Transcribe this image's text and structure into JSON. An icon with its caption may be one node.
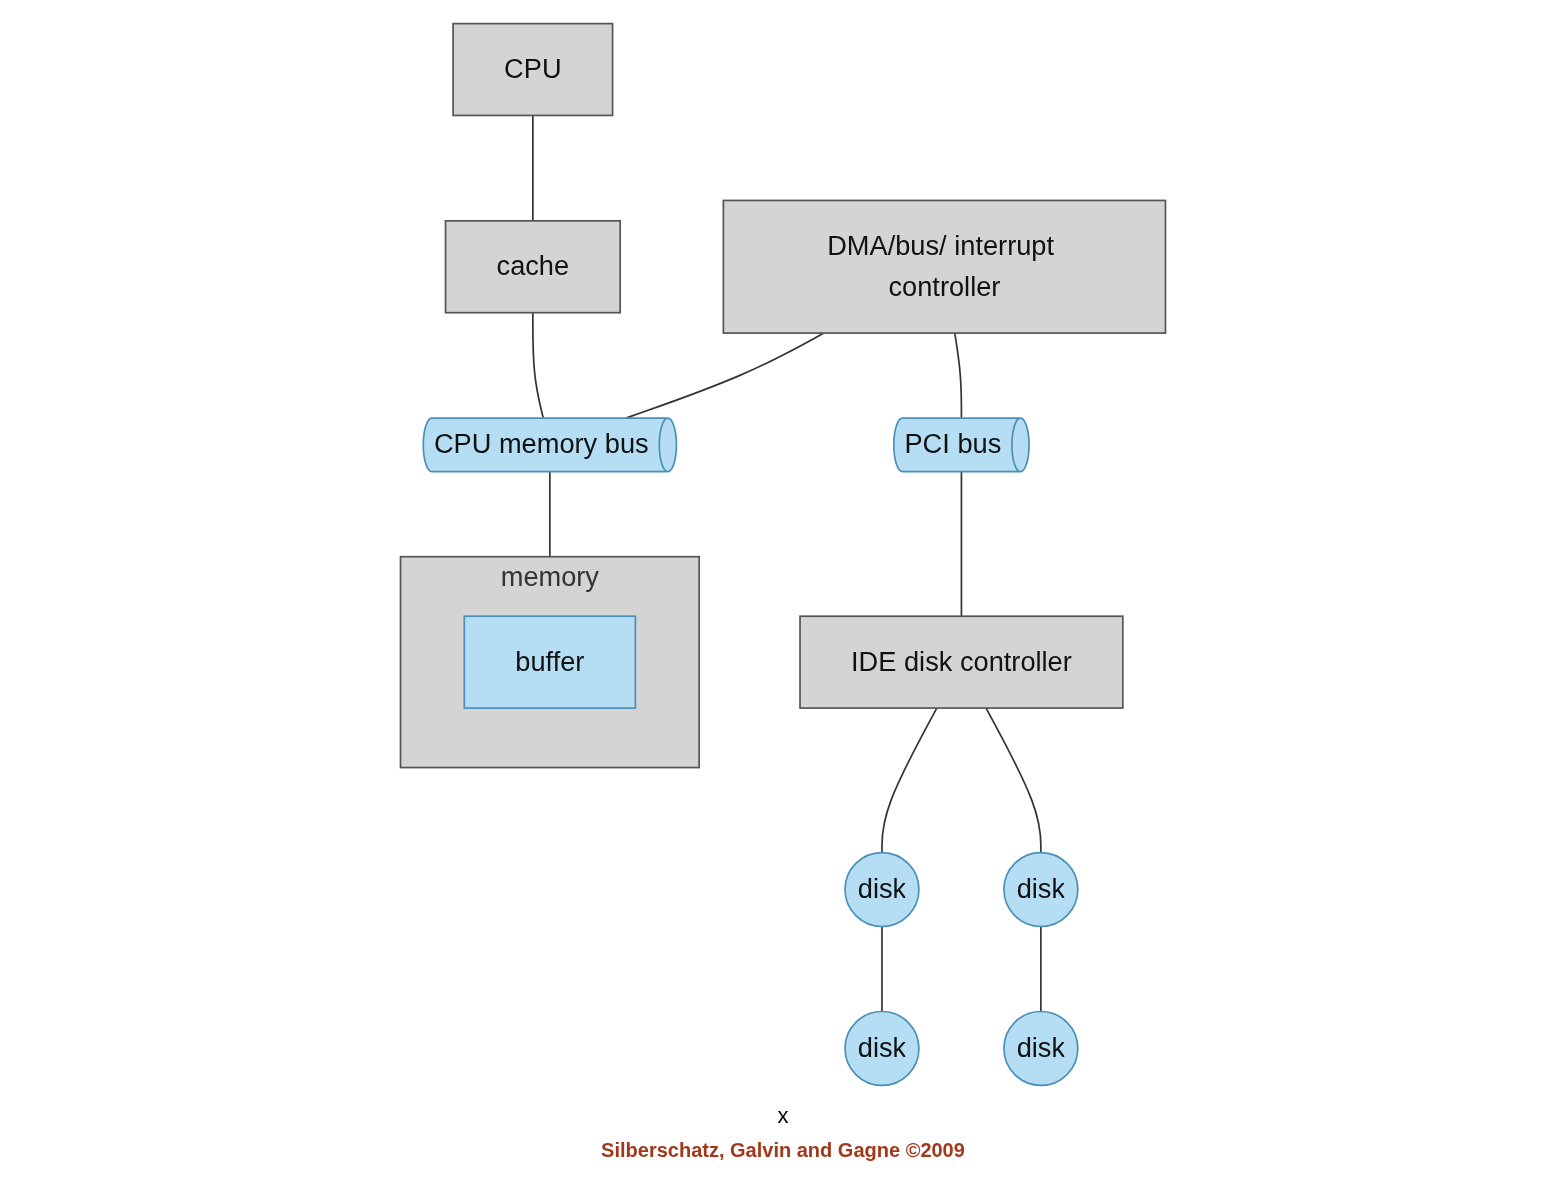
{
  "diagram": {
    "caption": "Silberschatz, Galvin and Gagne ©2009",
    "nodes": [
      {
        "text": [
          "CPU"
        ]
      },
      {
        "text": [
          "cache"
        ]
      },
      {
        "text": [
          "DMA/bus/ interrupt controller"
        ]
      },
      {
        "text": [
          "CPU memory bus"
        ]
      },
      {
        "text": [
          "memory"
        ]
      },
      {
        "text": [
          "buffer"
        ],
        "in": 4
      },
      {
        "text": [
          "PCI bus"
        ]
      },
      {
        "text": [
          "IDE disk controller"
        ]
      },
      {
        "text": [
          "disk"
        ]
      },
      {
        "text": [
          "disk"
        ]
      },
      {
        "text": [
          "disk"
        ]
      },
      {
        "text": [
          "disk"
        ]
      }
    ],
    "edges": [
      {
        "from": 0,
        "to": 1,
        "arrow": "none"
      },
      {
        "from": 1,
        "to": 3,
        "arrow": "none"
      },
      {
        "from": 2,
        "to": 3,
        "arrow": "none"
      },
      {
        "from": 3,
        "to": 4,
        "arrow": "none"
      },
      {
        "from": 2,
        "to": 6,
        "arrow": "none"
      },
      {
        "from": 6,
        "to": 7,
        "arrow": "none"
      },
      {
        "from": 7,
        "to": 8,
        "arrow": "none"
      },
      {
        "from": 7,
        "to": 9,
        "arrow": "none"
      },
      {
        "from": 8,
        "to": 10,
        "arrow": "none"
      },
      {
        "from": 9,
        "to": 11,
        "arrow": "none"
      }
    ],
    "labels": [
      "x"
    ]
  }
}
